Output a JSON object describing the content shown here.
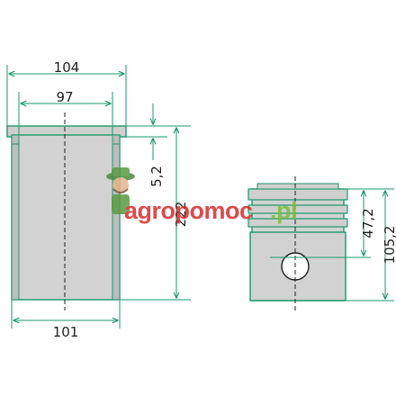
{
  "colors": {
    "line": "#1f1f1f",
    "accent_green": "#1a9a6a",
    "part_fill": "#d2d2d2",
    "part_fill_dark": "#c0c0c0",
    "watermark_red": "#d92b2b",
    "watermark_green": "#7bbf3a"
  },
  "liner": {
    "top_flange_outer": "104",
    "bore_diameter": "97",
    "bottom_outer": "101",
    "flange_height": "5,2",
    "total_length": "222"
  },
  "piston": {
    "compression_height": "47,2",
    "total_height": "105,2"
  },
  "watermark": {
    "brand": "agropomoc",
    "suffix": ".pl"
  }
}
